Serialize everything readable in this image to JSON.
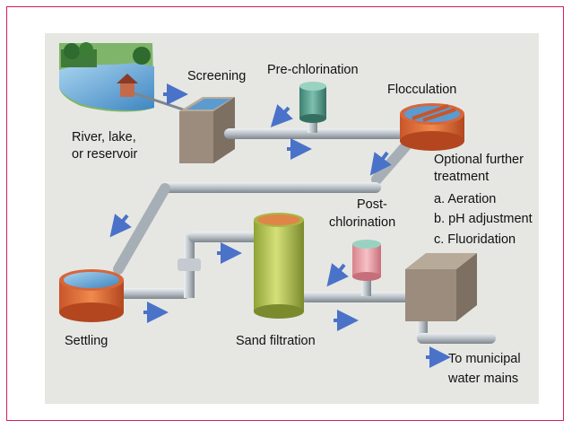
{
  "labels": {
    "source_line1": "River, lake,",
    "source_line2": "or reservoir",
    "screening": "Screening",
    "prechlorination": "Pre-chlorination",
    "flocculation": "Flocculation",
    "optional_title_line1": "Optional further",
    "optional_title_line2": "treatment",
    "optional_a": "a. Aeration",
    "optional_b": "b. pH adjustment",
    "optional_c": "c. Fluoridation",
    "post_line1": "Post-",
    "post_line2": "chlorination",
    "settling": "Settling",
    "sand_filtration": "Sand filtration",
    "mains_line1": "To municipal",
    "mains_line2": "water mains"
  },
  "colors": {
    "pipe": "#b9c0c6",
    "arrow": "#4a72c9",
    "water": "#6fa9d6",
    "basin_orange": "#e1703a",
    "filter_green": "#b7c64a",
    "tank_teal": "#5aa08e",
    "tank_pink": "#e9a0a8",
    "concrete": "#9b8c7d",
    "frame": "#d81b60"
  }
}
